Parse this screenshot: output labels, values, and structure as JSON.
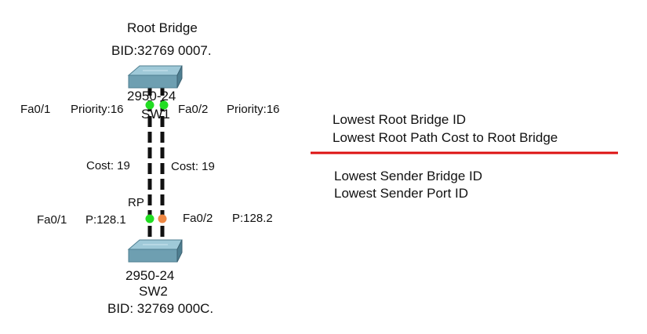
{
  "colors": {
    "link_line": "#111111",
    "port_forwarding": "#22dd22",
    "port_blocking": "#ee8844",
    "switch_top": "#9fc9d8",
    "switch_front": "#6e9fb1",
    "switch_side": "#4f7f91",
    "divider": "#dd1111"
  },
  "sw1": {
    "role": "Root Bridge",
    "bid": "BID:32769 0007.",
    "model": "2950-24",
    "name": "SW1",
    "icon": "switch-icon"
  },
  "sw2": {
    "model": "2950-24",
    "name": "SW2",
    "bid": "BID: 32769 000C.",
    "icon": "switch-icon"
  },
  "sw1_ports": {
    "fa01": {
      "name": "Fa0/1",
      "priority": "Priority:16",
      "state": "forwarding"
    },
    "fa02": {
      "name": "Fa0/2",
      "priority": "Priority:16",
      "state": "forwarding"
    }
  },
  "sw2_ports": {
    "fa01": {
      "name": "Fa0/1",
      "priority": "P:128.1",
      "role": "RP",
      "state": "forwarding"
    },
    "fa02": {
      "name": "Fa0/2",
      "priority": "P:128.2",
      "state": "blocking"
    }
  },
  "links": {
    "left_cost": "Cost: 19",
    "right_cost": "Cost: 19"
  },
  "criteria": {
    "above": [
      "Lowest Root Bridge ID",
      "Lowest Root Path Cost to Root Bridge"
    ],
    "below": [
      "Lowest Sender Bridge ID",
      "Lowest Sender Port ID"
    ]
  }
}
